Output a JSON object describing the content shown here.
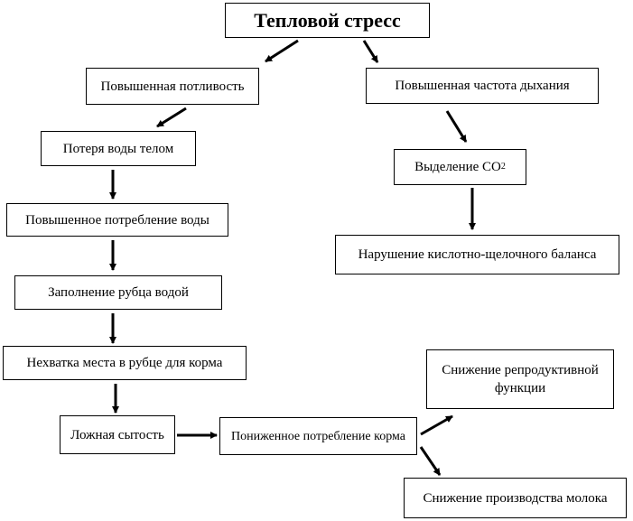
{
  "nodes": {
    "heat_stress": "Тепловой стресс",
    "sweating": "Повышенная потливость",
    "water_loss": "Потеря воды телом",
    "water_intake": "Повышенное потребление воды",
    "rumen_water": "Заполнение рубца водой",
    "rumen_space": "Нехватка места в рубце для корма",
    "false_satiety": "Ложная сытость",
    "feed_intake": "Пониженное потребление корма",
    "breathing": "Повышенная частота дыхания",
    "co2_prefix": "Выделение СО",
    "co2_sub": "2",
    "acid_base": "Нарушение кислотно-щелочного баланса",
    "reproduction": "Снижение репродуктивной функции",
    "milk": "Снижение производства молока"
  }
}
